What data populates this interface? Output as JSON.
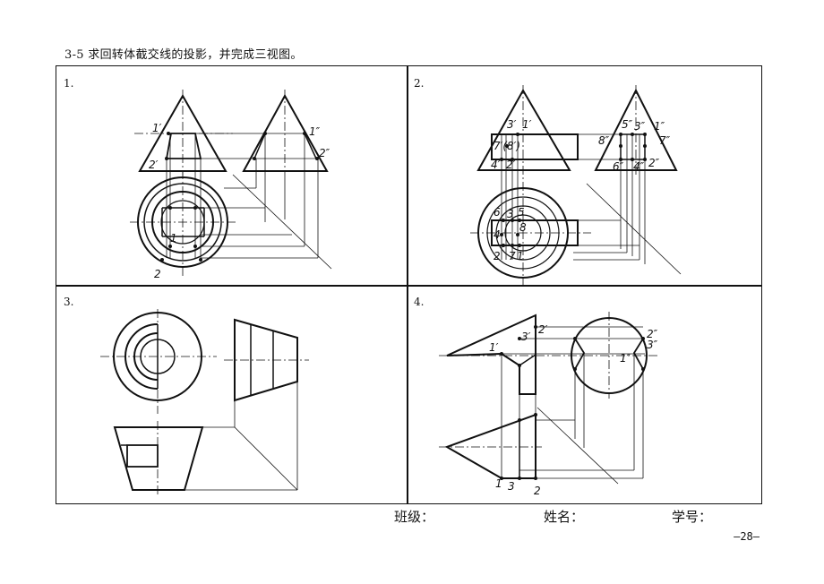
{
  "title": "3-5  求回转体截交线的投影，并完成三视图。",
  "problems": [
    {
      "number": "1.",
      "labels": [
        "1′",
        "1″",
        "2′",
        "2″",
        "1",
        "2"
      ]
    },
    {
      "number": "2.",
      "labels": [
        "3′",
        "1′",
        "7′(8′)",
        "4′",
        "2′",
        "5″",
        "3″",
        "1″",
        "8″",
        "7″",
        "6″",
        "4″",
        "2″",
        "6",
        "5",
        "3",
        "4",
        "8",
        "2",
        "7",
        "1"
      ]
    },
    {
      "number": "3.",
      "labels": []
    },
    {
      "number": "4.",
      "labels": [
        "1′",
        "3′",
        "2′",
        "2″",
        "3″",
        "1″",
        "1",
        "3",
        "2"
      ]
    }
  ],
  "footer": {
    "class_label": "班级：",
    "name_label": "姓名：",
    "student_id_label": "学号："
  },
  "page_number": "–28–"
}
